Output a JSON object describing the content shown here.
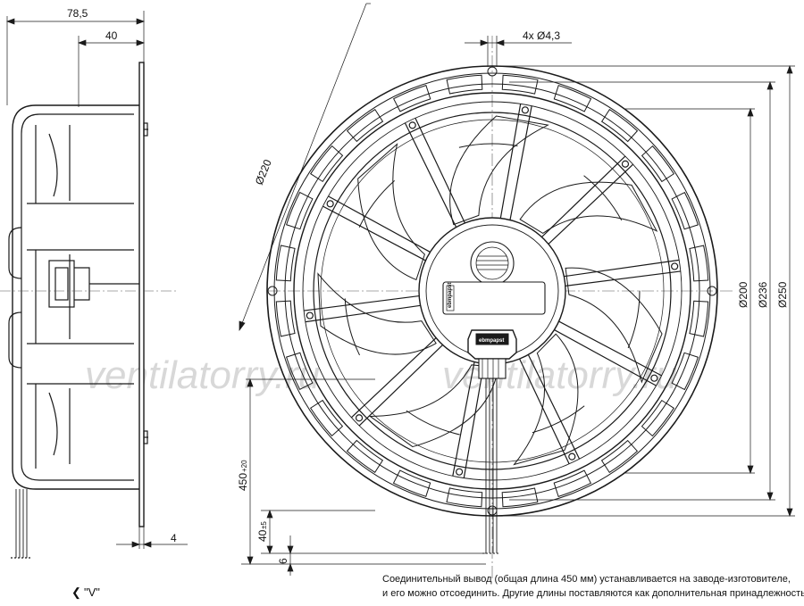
{
  "dimensions": {
    "depth_total": "78,5",
    "depth_body": "40",
    "flange": "4",
    "holes": "4x Ø4,3",
    "dia_220": "Ø220",
    "dia_200": "Ø200",
    "dia_236": "Ø236",
    "dia_250": "Ø250",
    "cable_len": "450",
    "cable_len_tol": "+20",
    "lead_len": "40",
    "lead_len_tol": "±5",
    "strip_len": "6"
  },
  "logo": {
    "text": "ebmpapst"
  },
  "view_label": "\"V\"",
  "watermark": {
    "left": "ventilatorry.ru",
    "right": "ventilatorry.ru"
  },
  "note": {
    "line1": "Соединительный вывод (общая длина 450 мм) устанавливается на заводе-изготовителе,",
    "line2": "и его можно отсоединить. Другие длины поставляются как дополнительная принадлежность."
  },
  "colors": {
    "line": "#1a1a1a",
    "watermark": "#b9b9b9"
  }
}
